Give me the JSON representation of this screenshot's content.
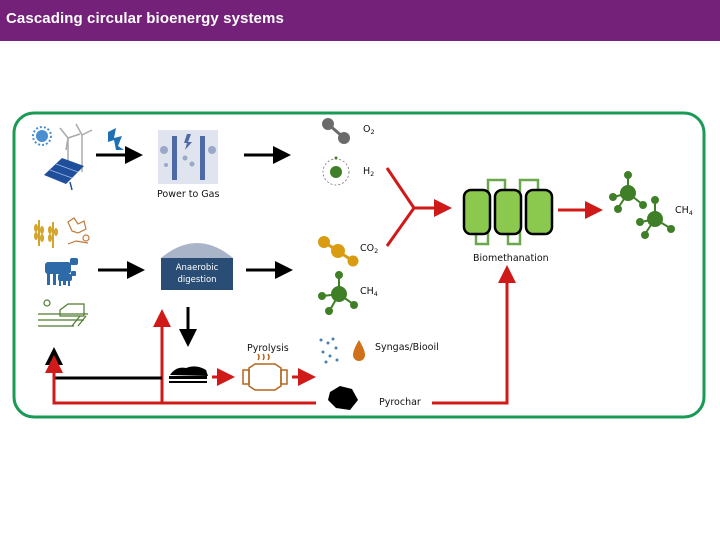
{
  "header": {
    "title": "Cascading circular bioenergy systems",
    "background": "#74217a"
  },
  "colors": {
    "frame": "#1a9a55",
    "flow_red": "#d01a1a",
    "flow_black": "#000000",
    "methane_green": "#3f7f27",
    "co2_orange": "#d99b12",
    "oxygen_grey": "#6b6b6b",
    "reactor_green": "#8bc94e",
    "digester_blue": "#2a4d75"
  },
  "nodes": {
    "power_to_gas": {
      "label": "Power to Gas",
      "icon": "electrolyser-icon"
    },
    "anaerobic_digestion": {
      "label_line1": "Anaerobic",
      "label_line2": "digestion",
      "icon": "digester-icon"
    },
    "pyrolysis": {
      "label": "Pyrolysis",
      "icon": "pyrolysis-reactor-icon"
    },
    "biomethanation": {
      "label": "Biomethanation",
      "icon": "reactor-columns-icon"
    }
  },
  "inputs": [
    {
      "name": "renewable-power",
      "icons": [
        "sun-icon",
        "wind-turbine-icon",
        "solar-panel-icon",
        "lightning-icon"
      ]
    },
    {
      "name": "biomass-feedstock",
      "icons": [
        "wheat-icon",
        "food-waste-icon",
        "cattle-icon",
        "farm-icon"
      ]
    }
  ],
  "products": {
    "o2": {
      "base": "O",
      "sub": "2"
    },
    "h2": {
      "base": "H",
      "sub": "2"
    },
    "co2": {
      "base": "CO",
      "sub": "2"
    },
    "ch4_ad": {
      "base": "CH",
      "sub": "4"
    },
    "ch4_final": {
      "base": "CH",
      "sub": "4"
    },
    "syngas": {
      "label": "Syngas/Biooil"
    },
    "pyrochar": {
      "label": "Pyrochar"
    }
  }
}
